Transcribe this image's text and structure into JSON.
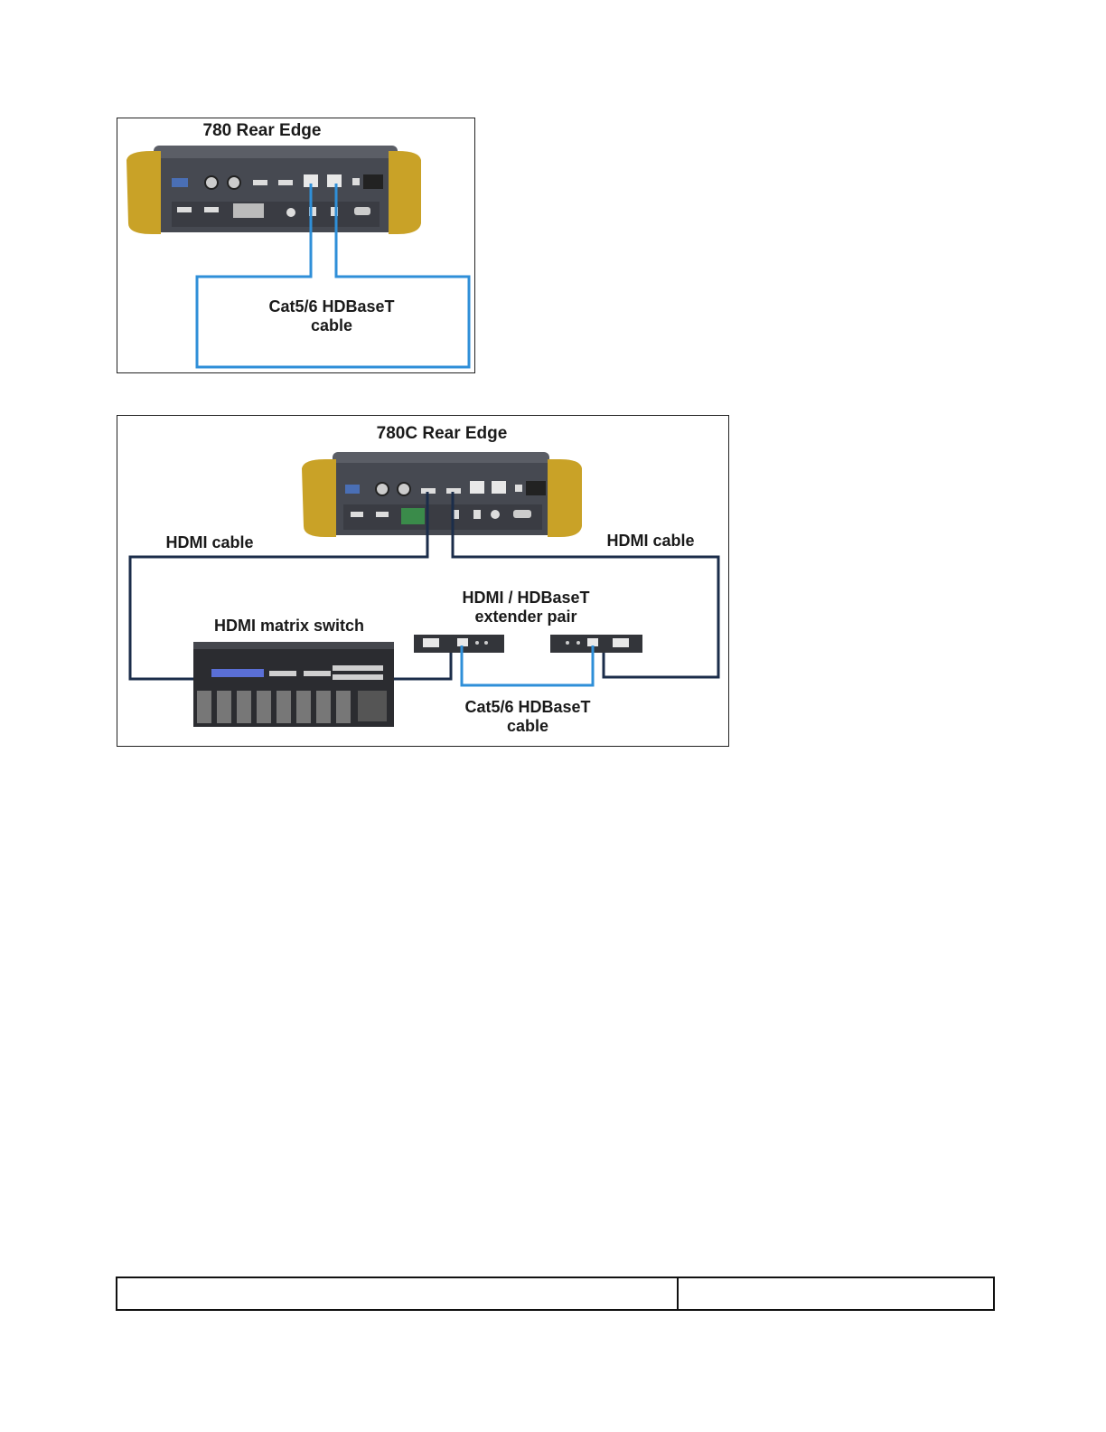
{
  "figure1": {
    "title": "780 Rear Edge",
    "cable_label": "Cat5/6 HDBaseT\ncable"
  },
  "figure2": {
    "title": "780C Rear Edge",
    "hdmi_cable_left": "HDMI cable",
    "hdmi_cable_right": "HDMI cable",
    "matrix_label": "HDMI matrix switch",
    "extender_label": "HDMI / HDBaseT\nextender pair",
    "cat_cable_label": "Cat5/6 HDBaseT\ncable"
  },
  "colors": {
    "cable_blue": "#2f8fd8",
    "hdmi_cable_navy": "#1b2d4a",
    "device_body": "#4a4d55",
    "bumper_yellow": "#c9a227",
    "border": "#222222"
  }
}
